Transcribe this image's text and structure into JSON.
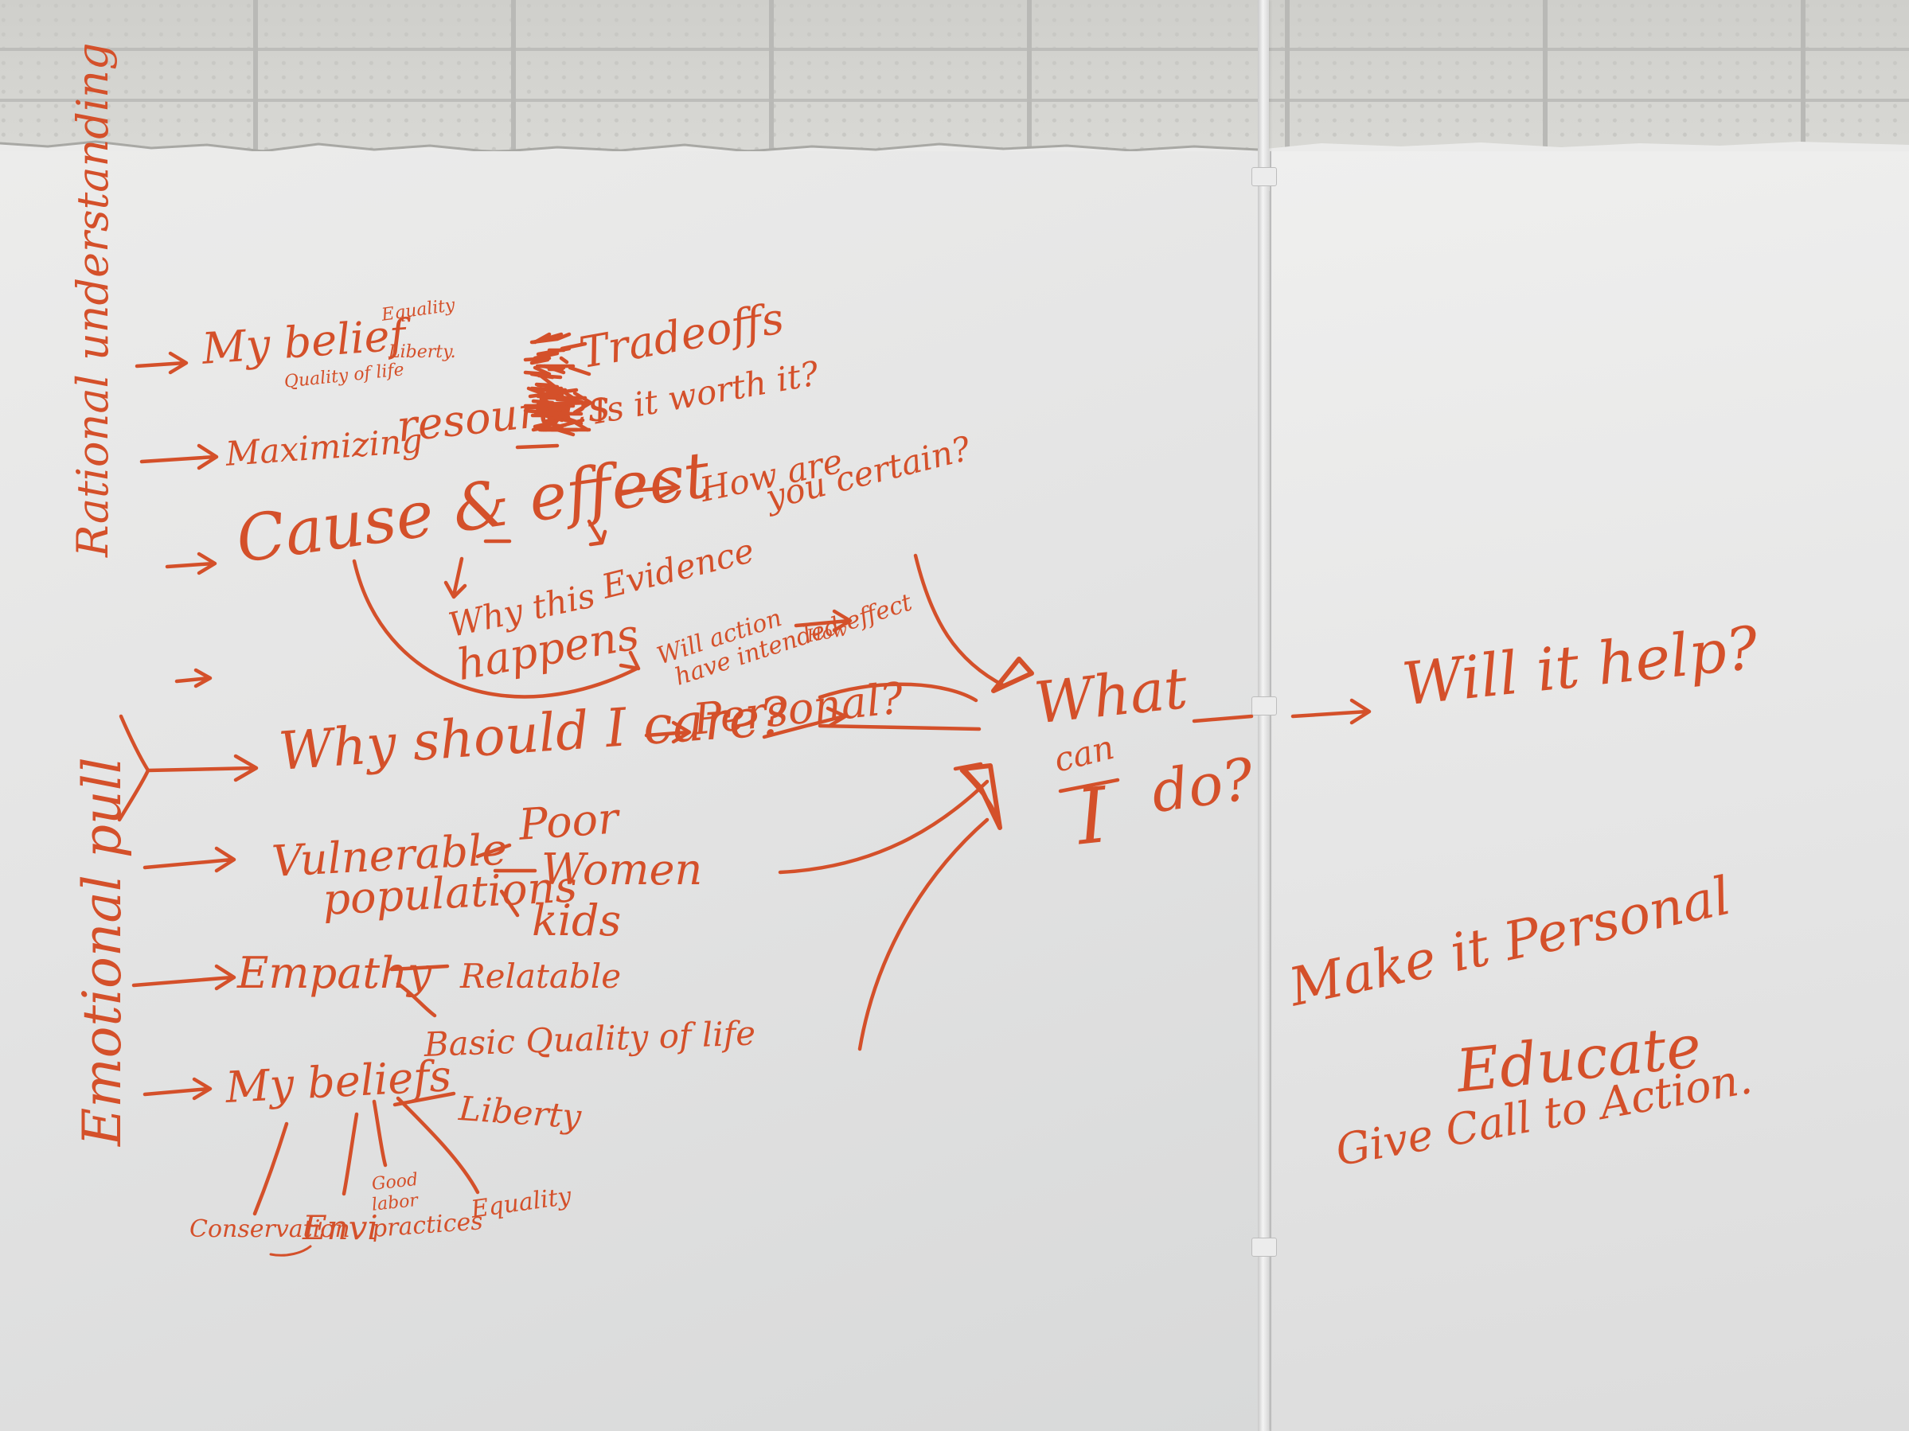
{
  "axis": {
    "rational": "Rational understanding",
    "emotional": "Emotional pull"
  },
  "rational": {
    "my_belief": "My belief",
    "equality": "Equality",
    "liberty": "Liberty.",
    "quality_of_life": "Quality of life",
    "maximizing": "Maximizing",
    "resources": "resources",
    "tradeoffs": "Tradeoffs",
    "worth_it": "Is it worth it?",
    "cause_effect": "Cause & effect",
    "how_certain_1": "How are",
    "how_certain_2": "you certain?",
    "evidence": "Evidence",
    "why_this_1": "Why this",
    "why_this_2": "happens",
    "will_action_1": "Will action",
    "will_action_2": "have intended effect",
    "how": "How"
  },
  "center": {
    "why_care": "Why should I care?",
    "personal": "Personal?"
  },
  "emotional": {
    "vulnerable_1": "Vulnerable",
    "vulnerable_2": "populations",
    "poor": "Poor",
    "women": "Women",
    "kids": "kids",
    "empathy": "Empathy",
    "relatable": "Relatable",
    "basic_quality": "Basic Quality of life",
    "my_beliefs": "My beliefs",
    "liberty": "Liberty",
    "conservation": "Conservation",
    "envi": "Envi",
    "good_labor_1": "Good",
    "good_labor_2": "labor",
    "good_labor_3": "practices",
    "equality": "Equality"
  },
  "goal": {
    "what": "What",
    "can": "can",
    "i": "I",
    "do": "do?",
    "will_help": "Will it help?"
  },
  "tips": {
    "personal": "Make it Personal",
    "educate": "Educate",
    "call_to_action": "Give Call to Action."
  },
  "colors": {
    "marker": "#d4502a",
    "whiteboard": "#e6e6e5",
    "wall": "#cfcfcb"
  }
}
